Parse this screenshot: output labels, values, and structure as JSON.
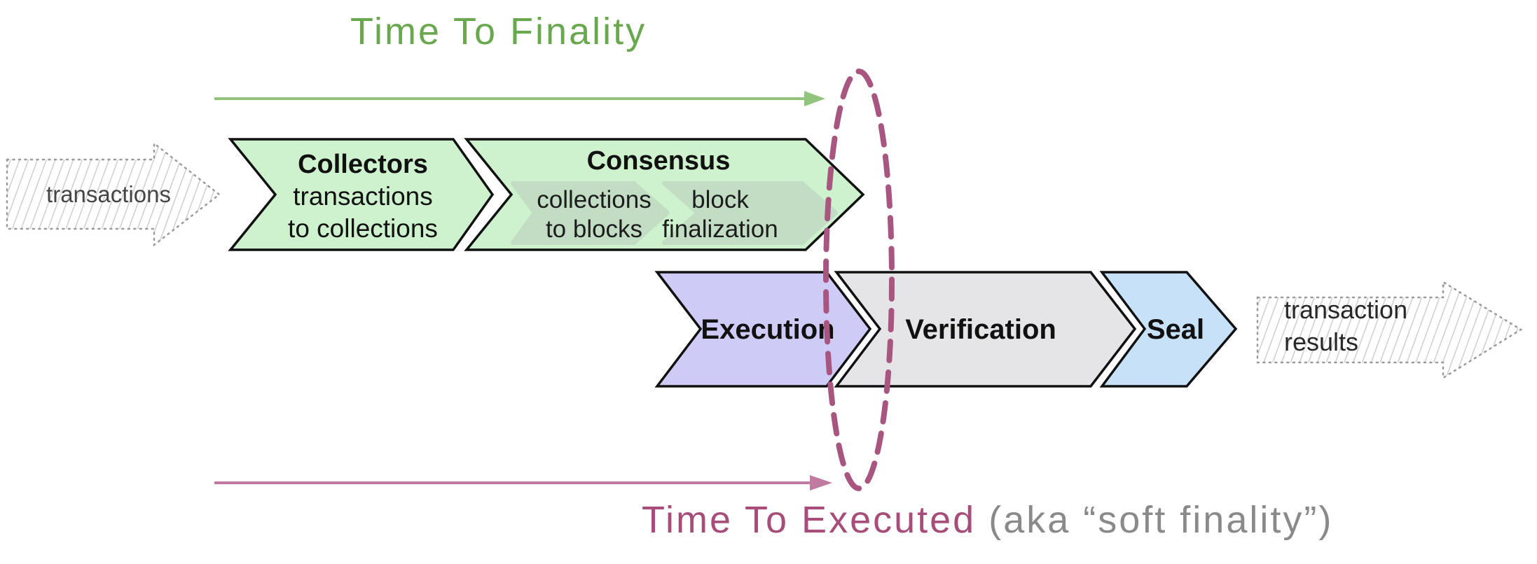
{
  "titles": {
    "time_to_finality": "Time To Finality",
    "time_to_executed": "Time To Executed",
    "time_to_executed_suffix": " (aka “soft finality”)"
  },
  "input_arrow": {
    "label": "transactions"
  },
  "output_arrow": {
    "label_line1": "transaction",
    "label_line2": "results"
  },
  "chevrons": {
    "collectors": {
      "title": "Collectors",
      "line1": "transactions",
      "line2": "to collections"
    },
    "consensus": {
      "title": "Consensus",
      "sub1": {
        "line1": "collections",
        "line2": "to blocks"
      },
      "sub2": {
        "line1": "block",
        "line2": "finalization"
      }
    },
    "execution": {
      "title": "Execution"
    },
    "verification": {
      "title": "Verification"
    },
    "seal": {
      "title": "Seal"
    }
  },
  "colors": {
    "green_fill": "#cef2cd",
    "green_sub_fill": "#c2ddc4",
    "lavender_fill": "#cecbf6",
    "gray_fill": "#e5e4e6",
    "blue_fill": "#c7e1f8",
    "outline": "#111111",
    "finality_green": "#6aa84f",
    "finality_arrow_green": "#93c47d",
    "executed_magenta": "#a64d79",
    "executed_arrow_pink": "#c27ba0",
    "ellipse_rose": "#a85580",
    "sketch_border_gray": "#9a9a9a"
  }
}
